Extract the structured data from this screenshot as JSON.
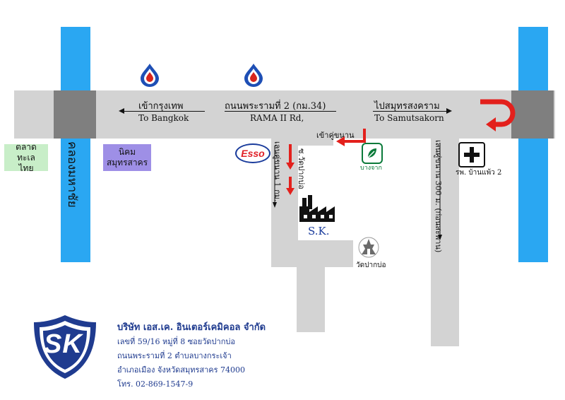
{
  "colors": {
    "road": "#d3d3d3",
    "canal": "#2aa7f2",
    "bridge": "#7f7f7f",
    "arrow_red": "#e3201c",
    "logo_blue": "#1f3b8f",
    "green_box": "#c8eec8",
    "purple_box": "#9e8fe6"
  },
  "main_road": {
    "name_thai": "ถนนพระรามที่ 2 (กม.34)",
    "name_en": "RAMA II Rd,",
    "to_left_thai": "เข้ากรุงเทพ",
    "to_left_en": "To Bangkok",
    "to_right_thai": "ไปสมุทรสงคราม",
    "to_right_en": "To Samutsakorn"
  },
  "landmarks": {
    "market_box": "ตลาดทะเลไทย",
    "estate_line1": "นิคม",
    "estate_line2": "สมุทรสาคร",
    "canal_label": "คลองมหาชัย",
    "esso": "Esso",
    "bank_label": "บางจาก",
    "hospital_label": "รพ. บ้านแพ้ว 2",
    "entry_label": "เข้าคู่ขนาน",
    "soi_label": "ซ.วัดปากบ่อ",
    "lane1_label": "เลนคู่ขนาน 1 กม.",
    "lane2_label": "เลนคู่ขนาน 300 ม. (ก่อนสะพาน)",
    "factory_label": "S.K.",
    "temple_label": "วัดปากบ่อ"
  },
  "company": {
    "logo_text": "SK",
    "name": "บริษัท เอส.เค. อินเตอร์เคมิคอล จำกัด",
    "address1": "เลขที่ 59/16  หมู่ที่ 8  ซอยวัดปากบ่อ",
    "address2": "ถนนพระรามที่ 2  ตำบลบางกระเจ้า",
    "address3": "อำเภอเมือง จังหวัดสมุทรสาคร  74000",
    "phone": "โทร. 02-869-1547-9"
  }
}
